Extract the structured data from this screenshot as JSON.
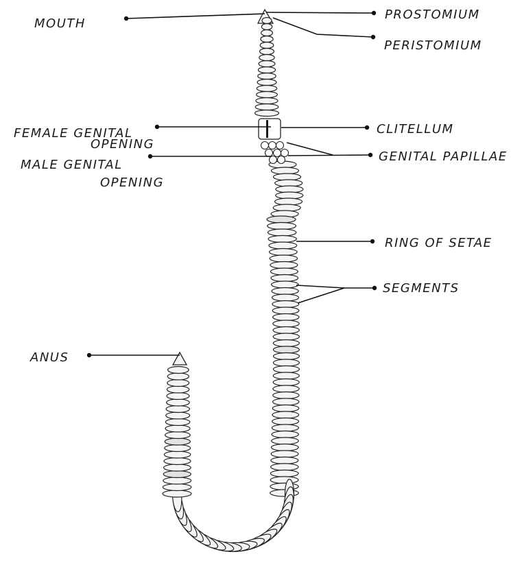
{
  "labels": {
    "mouth": "MOUTH",
    "prostomium": "PROSTOMIUM",
    "peristomium": "PERISTOMIUM",
    "female_genital_1": "FEMALE GENITAL",
    "female_genital_2": "OPENING",
    "male_genital_1": "MALE GENITAL",
    "male_genital_2": "OPENING",
    "clitellum": "CLITELLUM",
    "genital_papillae": "GENITAL PAPILLAE",
    "ring_of_setae": "RING OF SETAE",
    "segments": "SEGMENTS",
    "anus": "ANUS"
  }
}
